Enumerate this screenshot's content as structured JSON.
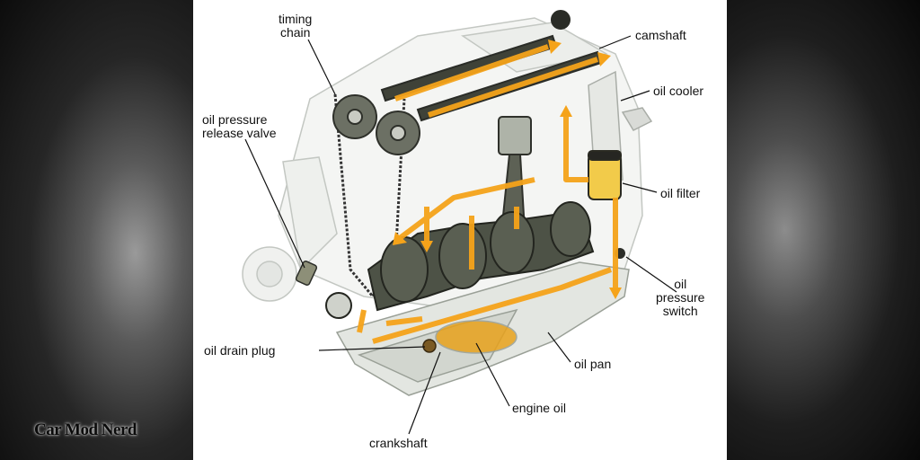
{
  "watermark": "Car Mod Nerd",
  "labels": {
    "timing_chain": "timing\nchain",
    "camshaft": "camshaft",
    "oil_cooler": "oil cooler",
    "oil_pressure_release_valve": "oil pressure\nrelease valve",
    "oil_filter": "oil filter",
    "oil_pressure_switch": "oil\npressure\nswitch",
    "oil_drain_plug": "oil drain plug",
    "oil_pan": "oil pan",
    "engine_oil": "engine oil",
    "crankshaft": "crankshaft"
  },
  "colors": {
    "oil_flow": "#f5a31a",
    "engine_oil": "#e8a21c",
    "engine_outline": "#c8ccc8",
    "metal_dark": "#4a4f44",
    "background_panel": "#ffffff"
  }
}
